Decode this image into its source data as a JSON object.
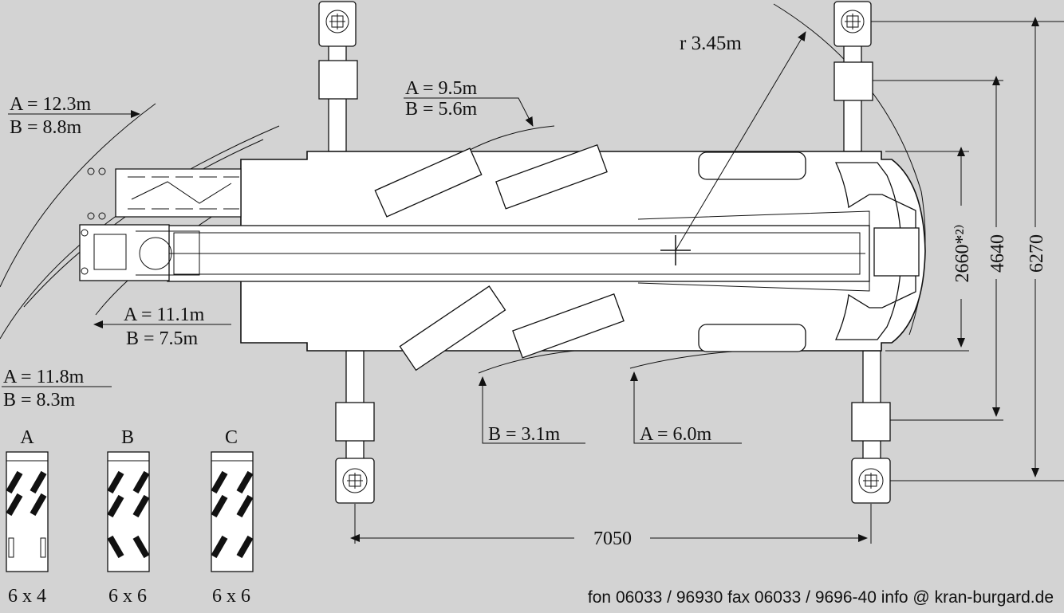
{
  "radius_labels": {
    "r": "r 3.45m",
    "front_top": {
      "a": "A = 12.3m",
      "b": "B = 8.8m"
    },
    "rear_top": {
      "a": "A = 9.5m",
      "b": "B = 5.6m"
    },
    "front_mid": {
      "a": "A = 11.1m",
      "b": "B = 7.5m"
    },
    "front_low": {
      "a": "A = 11.8m",
      "b": "B = 8.3m"
    },
    "bottom_b": "B = 3.1m",
    "bottom_a": "A = 6.0m"
  },
  "dimensions": {
    "width_2660": "2660*²⁾",
    "width_4640": "4640",
    "width_6270": "6270",
    "length_7050": "7050"
  },
  "steering_modes": [
    {
      "letter": "A",
      "caption": "6 x 4"
    },
    {
      "letter": "B",
      "caption": "6 x 6"
    },
    {
      "letter": "C",
      "caption": "6 x 6"
    }
  ],
  "footer": "fon 06033 / 96930 fax 06033 / 9696-40  info @ kran-burgard.de",
  "colors": {
    "background": "#d3d3d3",
    "line": "#111111",
    "fill": "#ffffff"
  }
}
